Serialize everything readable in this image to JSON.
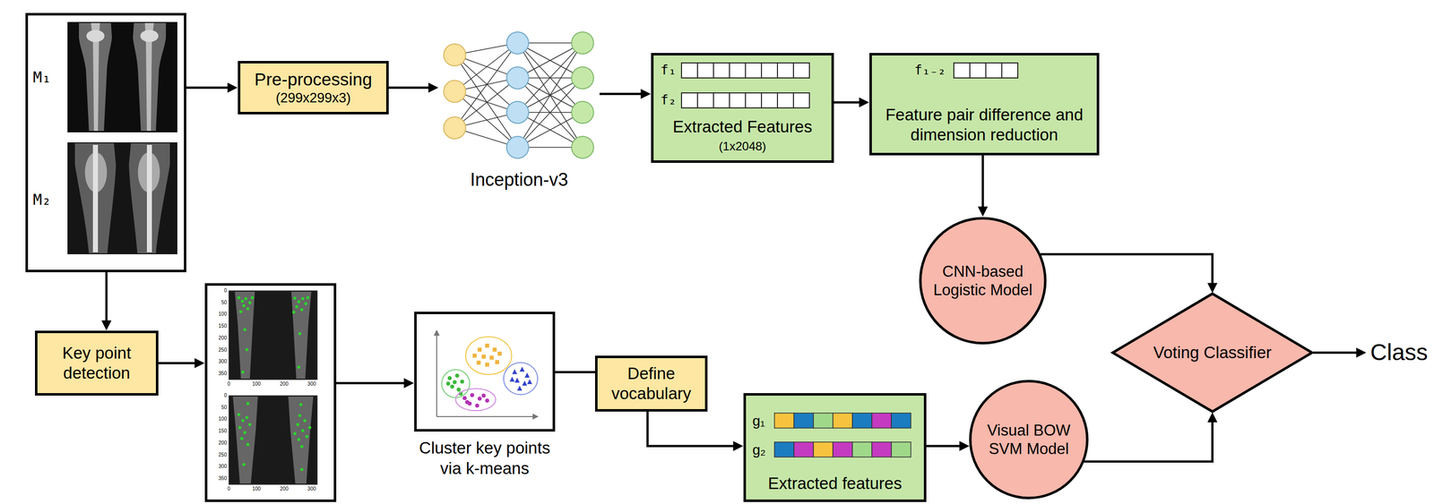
{
  "diagram": {
    "nodes": [
      {
        "text": [
          "M₁",
          "M₂"
        ]
      },
      {
        "text": [
          "Pre-processing",
          "(299x299x3)"
        ]
      },
      {
        "text": [
          "Inception-v3"
        ]
      },
      {
        "text": [
          "f₁",
          "f₂",
          "Extracted Features",
          "(1x2048)"
        ]
      },
      {
        "text": [
          "f₁₋₂",
          "Feature pair difference and dimension reduction"
        ]
      },
      {
        "text": [
          "CNN-based Logistic Model"
        ]
      },
      {
        "text": [
          "Voting Classifier"
        ]
      },
      {
        "text": [
          "Class"
        ]
      },
      {
        "text": [
          "Key point detection"
        ]
      },
      {
        "text": [
          "0",
          "50",
          "100",
          "150",
          "200",
          "250",
          "300",
          "350",
          "0",
          "100",
          "200",
          "300",
          "0",
          "50",
          "100",
          "150",
          "200",
          "250",
          "300",
          "350",
          "0",
          "100",
          "200",
          "300"
        ]
      },
      {
        "text": [
          "Cluster key points via k-means"
        ]
      },
      {
        "text": [
          "Define vocabulary"
        ]
      },
      {
        "text": [
          "g₁",
          "g₂",
          "Extracted features"
        ]
      },
      {
        "text": [
          "Visual BOW SVM Model"
        ]
      }
    ],
    "edges": [
      {
        "from": 0,
        "to": 1,
        "arrow": "to"
      },
      {
        "from": 1,
        "to": 2,
        "arrow": "to"
      },
      {
        "from": 2,
        "to": 3,
        "arrow": "to"
      },
      {
        "from": 3,
        "to": 4,
        "arrow": "to"
      },
      {
        "from": 4,
        "to": 5,
        "arrow": "to"
      },
      {
        "from": 5,
        "to": 6,
        "arrow": "to"
      },
      {
        "from": 6,
        "to": 7,
        "arrow": "to"
      },
      {
        "from": 0,
        "to": 8,
        "arrow": "to"
      },
      {
        "from": 8,
        "to": 9,
        "arrow": "to"
      },
      {
        "from": 9,
        "to": 10,
        "arrow": "to"
      },
      {
        "from": 10,
        "to": 11,
        "arrow": "none"
      },
      {
        "from": 11,
        "to": 12,
        "arrow": "to"
      },
      {
        "from": 12,
        "to": 13,
        "arrow": "to"
      },
      {
        "from": 13,
        "to": 6,
        "arrow": "to"
      }
    ]
  }
}
